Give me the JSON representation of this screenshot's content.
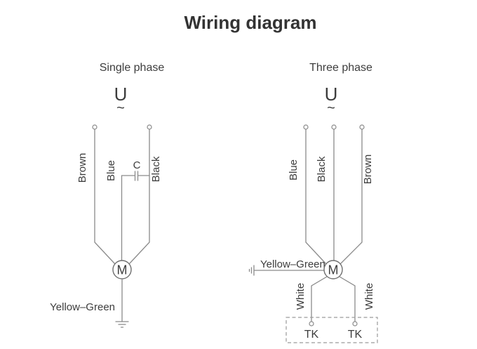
{
  "title": "Wiring diagram",
  "colors": {
    "background": "#ffffff",
    "wire": "#8a8a8a",
    "text": "#3d3d3d"
  },
  "single_phase": {
    "heading": "Single phase",
    "supply_symbol": "U",
    "ac_wave_symbol": "~",
    "wires": {
      "left": "Brown",
      "middle": "Blue",
      "right": "Black"
    },
    "capacitor_label": "C",
    "motor_label": "M",
    "earth_wire_label": "Yellow–Green"
  },
  "three_phase": {
    "heading": "Three phase",
    "supply_symbol": "U",
    "ac_wave_symbol": "~",
    "wires": {
      "left": "Blue",
      "middle": "Black",
      "right": "Brown"
    },
    "motor_label": "M",
    "earth_wire_label": "Yellow–Green",
    "thermal_wires": {
      "left": "White",
      "right": "White"
    },
    "thermal_terminals": {
      "left": "TK",
      "right": "TK"
    }
  }
}
